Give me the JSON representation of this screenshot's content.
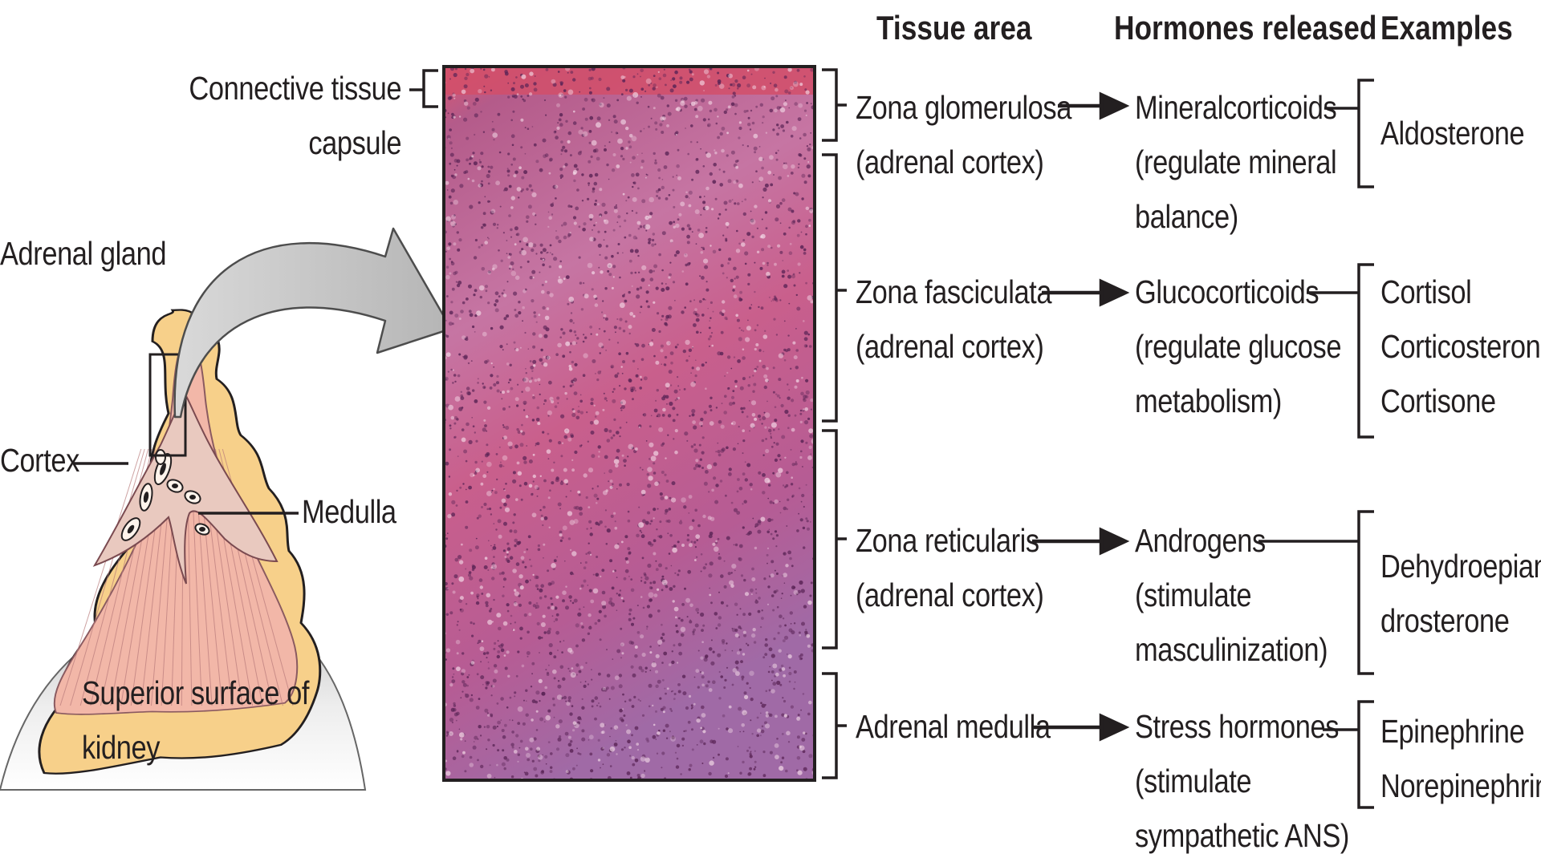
{
  "headers": {
    "tissue_area": "Tissue area",
    "hormones_released": "Hormones released",
    "examples": "Examples"
  },
  "left_labels": {
    "capsule_line1": "Connective tissue",
    "capsule_line2": "capsule",
    "adrenal_gland": "Adrenal gland",
    "cortex": "Cortex",
    "medulla": "Medulla",
    "kidney_line1": "Superior surface of",
    "kidney_line2": "kidney"
  },
  "rows": [
    {
      "zone": [
        "Zona glomerulosa",
        "(adrenal cortex)"
      ],
      "hormone": [
        "Mineralcorticoids",
        "(regulate mineral",
        "balance)"
      ],
      "examples": [
        "Aldosterone"
      ]
    },
    {
      "zone": [
        "Zona fasciculata",
        "(adrenal cortex)"
      ],
      "hormone": [
        "Glucocorticoids",
        "(regulate glucose",
        "metabolism)"
      ],
      "examples": [
        "Cortisol",
        "Corticosterone",
        "Cortisone"
      ]
    },
    {
      "zone": [
        "Zona reticularis",
        "(adrenal cortex)"
      ],
      "hormone": [
        "Androgens",
        "(stimulate",
        "masculinization)"
      ],
      "examples": [
        "Dehydroepian-",
        "drosterone"
      ]
    },
    {
      "zone": [
        "Adrenal medulla"
      ],
      "hormone": [
        "Stress hormones",
        "(stimulate",
        "sympathetic ANS)"
      ],
      "examples": [
        "Epinephrine",
        "Norepinephrine"
      ]
    }
  ],
  "colors": {
    "capsule_fill": "#f7d08a",
    "cortex_fill": "#f2b7a8",
    "tissue_pink": "#c86a96",
    "tissue_dark": "#5a2456",
    "arrow_gray": "#bfbfbf",
    "text": "#231f20"
  }
}
